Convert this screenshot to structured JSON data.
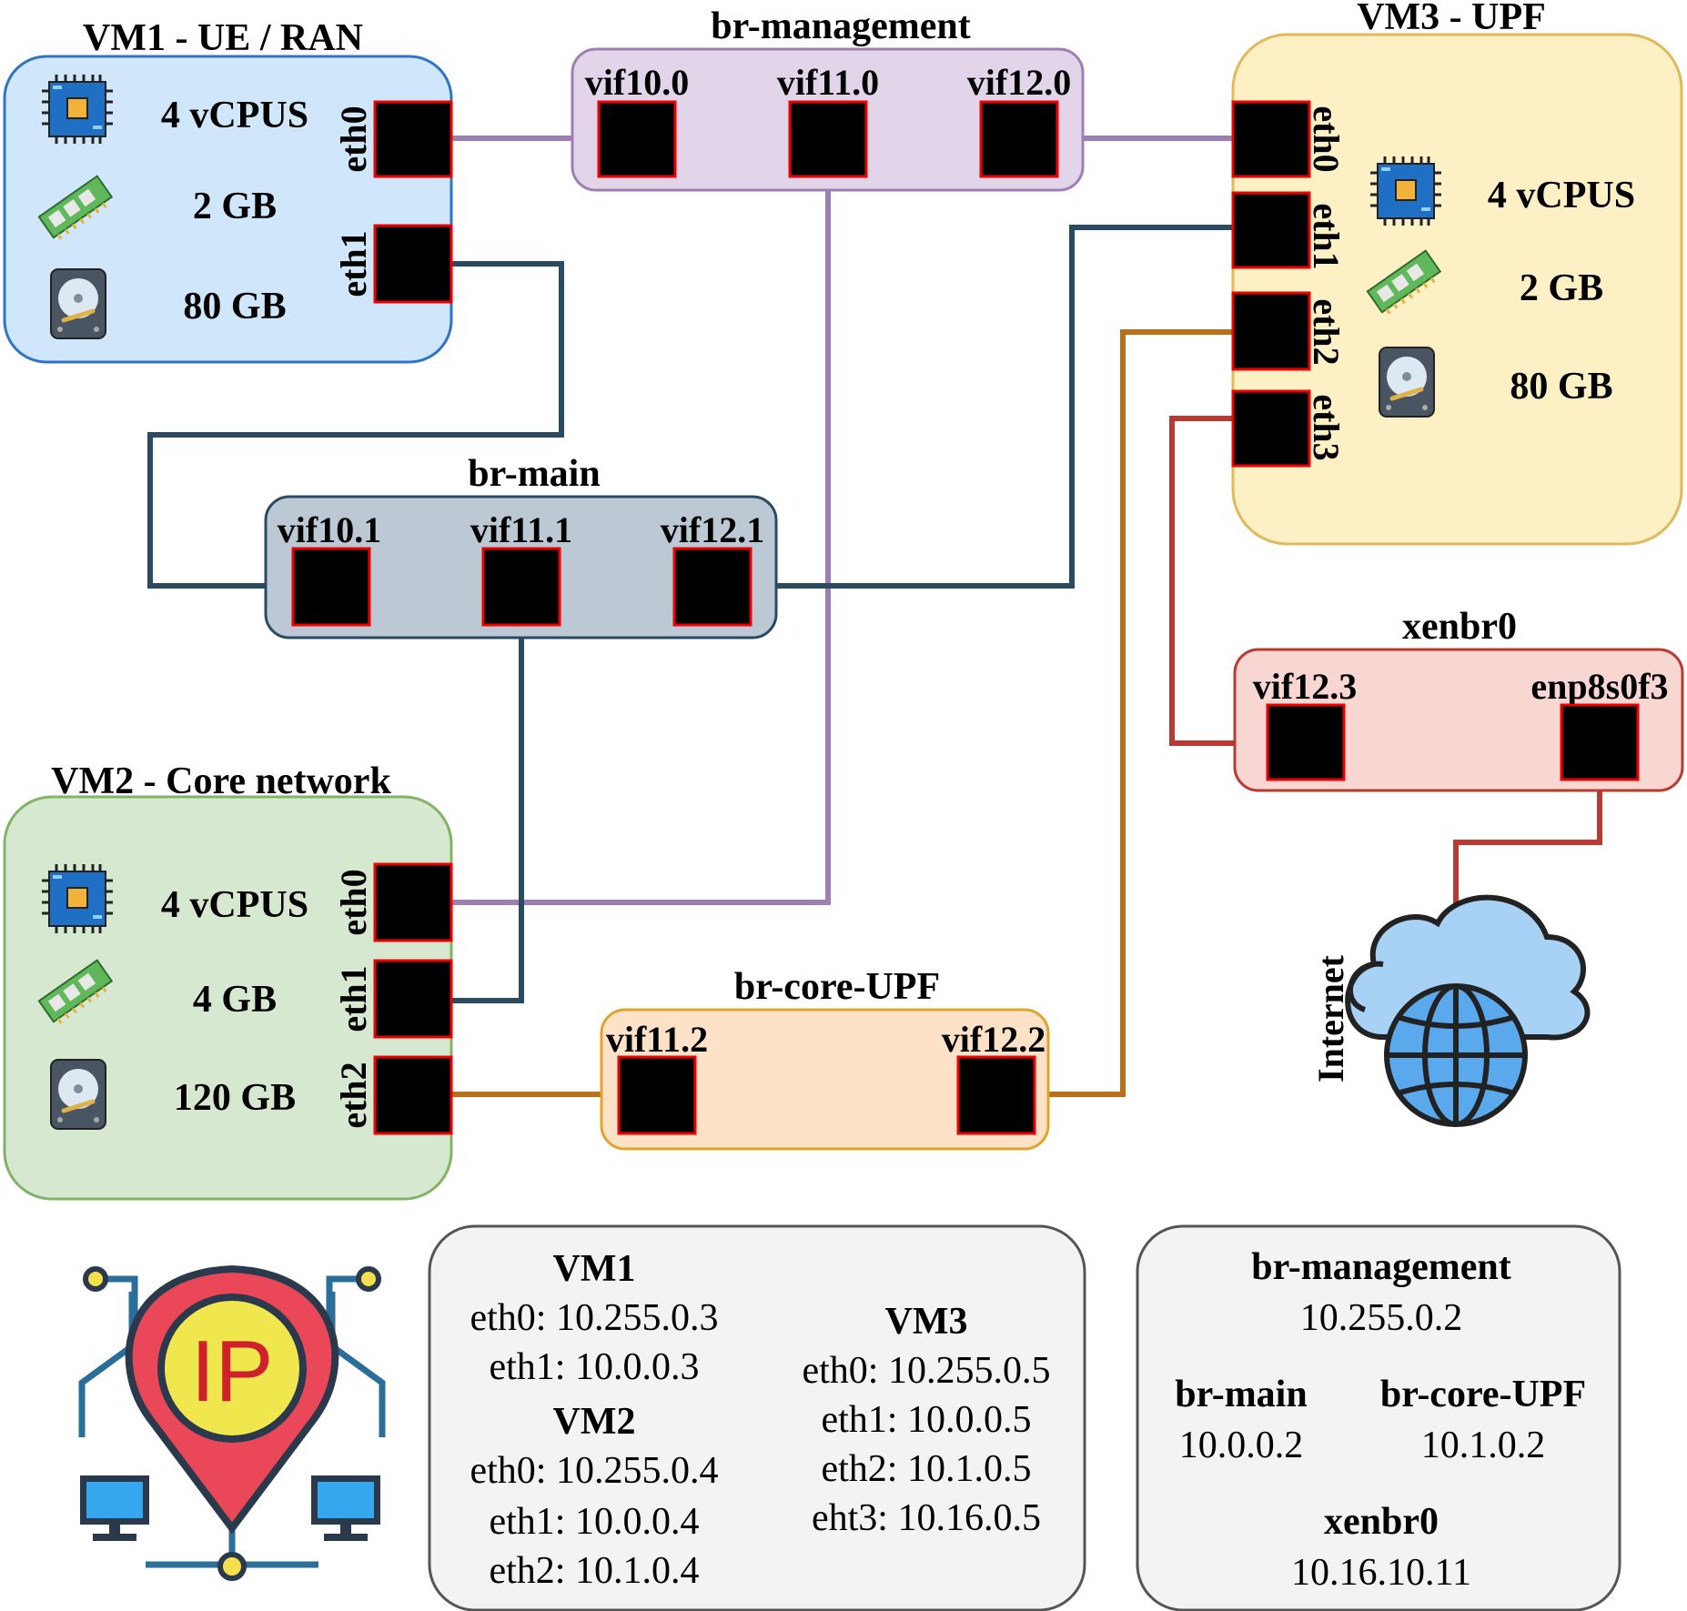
{
  "vm1": {
    "title": "VM1 - UE / RAN",
    "cpu": "4 vCPUS",
    "ram": "2 GB",
    "disk": "80 GB",
    "eth0": "eth0",
    "eth1": "eth1"
  },
  "vm2": {
    "title": "VM2 - Core network",
    "cpu": "4 vCPUS",
    "ram": "4 GB",
    "disk": "120 GB",
    "eth0": "eth0",
    "eth1": "eth1",
    "eth2": "eth2"
  },
  "vm3": {
    "title": "VM3 - UPF",
    "cpu": "4 vCPUS",
    "ram": "2 GB",
    "disk": "80 GB",
    "eth0": "eth0",
    "eth1": "eth1",
    "eth2": "eth2",
    "eth3": "eth3"
  },
  "br_management": {
    "title": "br-management",
    "p1": "vif10.0",
    "p2": "vif11.0",
    "p3": "vif12.0"
  },
  "br_main": {
    "title": "br-main",
    "p1": "vif10.1",
    "p2": "vif11.1",
    "p3": "vif12.1"
  },
  "br_core_upf": {
    "title": "br-core-UPF",
    "p1": "vif11.2",
    "p2": "vif12.2"
  },
  "xenbr0": {
    "title": "xenbr0",
    "p1": "vif12.3",
    "p2": "enp8s0f3"
  },
  "internet_label": "Internet",
  "ip_vm": {
    "vm1_title": "VM1",
    "vm1_eth0": "eth0: 10.255.0.3",
    "vm1_eth1": "eth1: 10.0.0.3",
    "vm2_title": "VM2",
    "vm2_eth0": "eth0: 10.255.0.4",
    "vm2_eth1": "eth1: 10.0.0.4",
    "vm2_eth2": "eth2: 10.1.0.4",
    "vm3_title": "VM3",
    "vm3_eth0": "eth0: 10.255.0.5",
    "vm3_eth1": "eth1: 10.0.0.5",
    "vm3_eth2": "eth2: 10.1.0.5",
    "vm3_eth3": "eht3: 10.16.0.5"
  },
  "ip_bridges": {
    "mgmt_title": "br-management",
    "mgmt_ip": "10.255.0.2",
    "main_title": "br-main",
    "main_ip": "10.0.0.2",
    "core_title": "br-core-UPF",
    "core_ip": "10.1.0.2",
    "xen_title": "xenbr0",
    "xen_ip": "10.16.10.11"
  },
  "colors": {
    "mgmt_link": "#9e7fb3",
    "main_link": "#2a4a62",
    "core_link": "#b8701a",
    "xen_link": "#b83a30",
    "vm1_fill": "#cfe6fb",
    "vm1_stroke": "#2f74c8",
    "vm2_fill": "#d6e9d0",
    "vm2_stroke": "#82b366",
    "vm3_fill": "#fdf0c4",
    "vm3_stroke": "#e0b95a",
    "mgmt_fill": "#e2d5ea",
    "main_fill": "#bcc9d4",
    "core_fill": "#fde2c8",
    "xen_fill": "#f8d6d2"
  }
}
